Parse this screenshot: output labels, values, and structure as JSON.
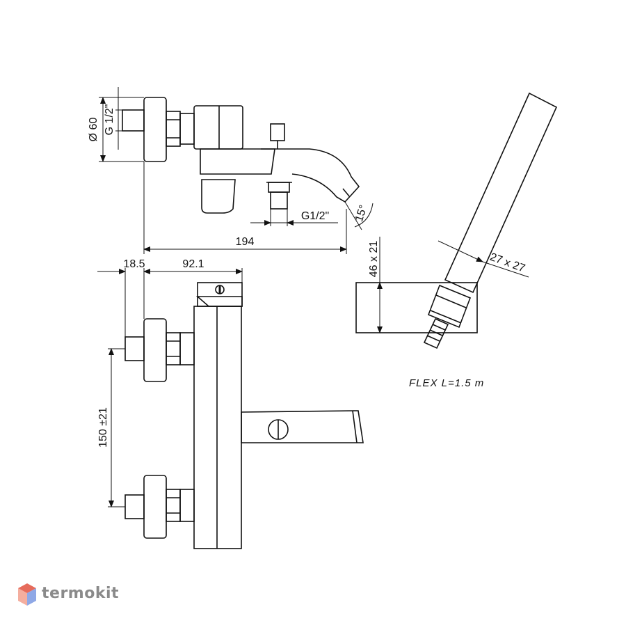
{
  "brand": {
    "name": "termokit",
    "colors": {
      "top": "#d9534f",
      "bottom": "#6f8fd6"
    }
  },
  "labels": {
    "dia60": "Ø 60",
    "g12_left": "G 1/2\"",
    "g12_spout": "G1/2\"",
    "angle15": "15°",
    "d194": "194",
    "d185": "18.5",
    "d921": "92.1",
    "d150": "150 ±21",
    "d46": "46 x 21",
    "d27": "27 x 27",
    "flex": "FLEX L=1.5 m"
  },
  "colors": {
    "line": "#111111",
    "logo_text": "#8a8a8a"
  }
}
